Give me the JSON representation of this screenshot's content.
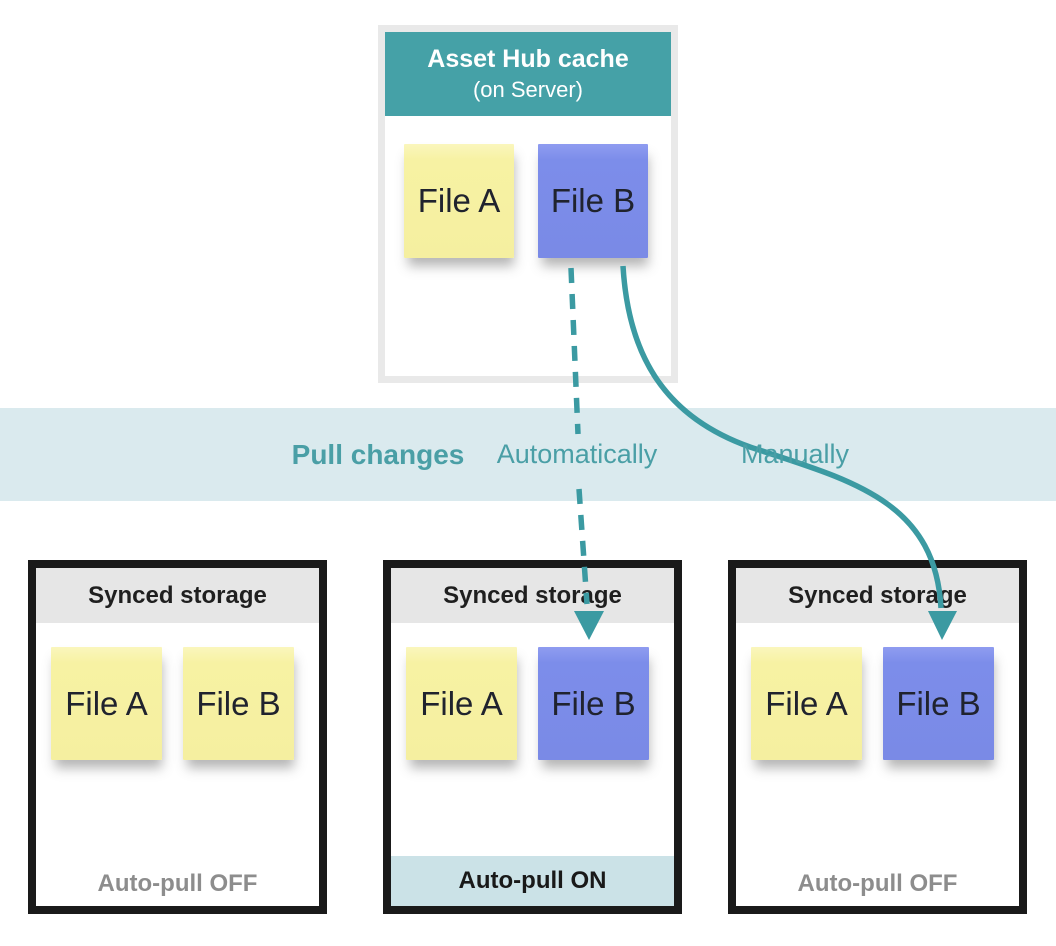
{
  "diagram": {
    "cache": {
      "title": "Asset Hub cache",
      "subtitle": "(on Server)",
      "files": [
        {
          "label": "File A",
          "color": "yellow"
        },
        {
          "label": "File B",
          "color": "blue"
        }
      ]
    },
    "pull_band": {
      "heading": "Pull changes",
      "mode_auto": "Automatically",
      "mode_manual": "Manually"
    },
    "storages": [
      {
        "title": "Synced storage",
        "files": [
          {
            "label": "File A",
            "color": "yellow"
          },
          {
            "label": "File B",
            "color": "yellow"
          }
        ],
        "footer": "Auto-pull OFF",
        "auto_pull": "off"
      },
      {
        "title": "Synced storage",
        "files": [
          {
            "label": "File A",
            "color": "yellow"
          },
          {
            "label": "File B",
            "color": "blue"
          }
        ],
        "footer": "Auto-pull ON",
        "auto_pull": "on"
      },
      {
        "title": "Synced storage",
        "files": [
          {
            "label": "File A",
            "color": "yellow"
          },
          {
            "label": "File B",
            "color": "blue"
          }
        ],
        "footer": "Auto-pull OFF",
        "auto_pull": "off"
      }
    ],
    "arrows": [
      {
        "name": "automatic-pull",
        "style": "dashed",
        "from": "File B in Asset Hub cache",
        "to": "File B in middle Synced storage"
      },
      {
        "name": "manual-pull",
        "style": "solid",
        "from": "File B in Asset Hub cache",
        "to": "File B in right Synced storage"
      }
    ],
    "colors": {
      "teal_header": "#45a1a7",
      "band_bg": "#daeaee",
      "band_text": "#4a9fa6",
      "arrow": "#3b9aa2",
      "note_yellow": "#f7f2a3",
      "note_blue": "#7c8dea",
      "storage_header_bg": "#e6e6e6",
      "storage_border": "#1a1a1a",
      "footer_off_text": "#8d8d8d",
      "footer_on_bg": "#cbe2e7"
    }
  }
}
